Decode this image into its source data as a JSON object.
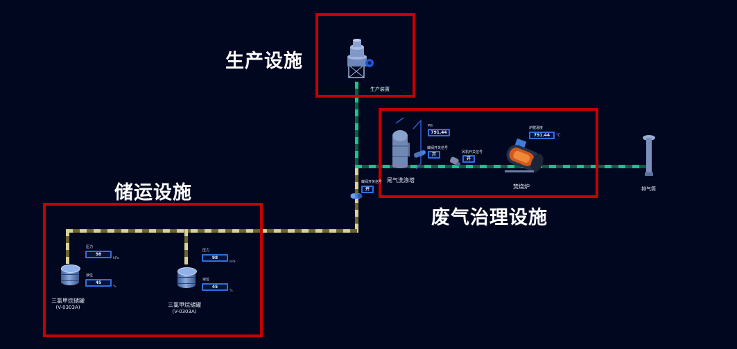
{
  "sections": {
    "production": "生产设施",
    "storage": "储运设施",
    "exhaust": "废气治理设施"
  },
  "production": {
    "device_label": "生产装置"
  },
  "valve_main": {
    "label": "蝶阀开关信号",
    "value": "开"
  },
  "exhaust": {
    "scrubber": {
      "name": "尾气洗涤塔",
      "ph_label": "PH",
      "ph_value": "791.44"
    },
    "valve1": {
      "label": "蝶阀开关信号",
      "value": "开"
    },
    "valve2": {
      "label": "风机开关信号",
      "value": "开"
    },
    "incinerator": {
      "name": "焚烧炉",
      "temp_label": "炉膛温度",
      "temp_value": "791.44",
      "temp_unit": "℃"
    },
    "stack": {
      "name": "排气筒"
    }
  },
  "storage": {
    "tanks": [
      {
        "name": "三氯甲烷储罐",
        "code": "(V-0303A)",
        "pressure_label": "压力",
        "pressure": "98",
        "pressure_unit": "kPa",
        "level_label": "液位",
        "level": "45",
        "level_unit": "%"
      },
      {
        "name": "三氯甲烷储罐",
        "code": "(V-0303A)",
        "pressure_label": "压力",
        "pressure": "98",
        "pressure_unit": "kPa",
        "level_label": "液位",
        "level": "45",
        "level_unit": "%"
      }
    ]
  },
  "colors": {
    "background": "#020720",
    "frame": "#c40000",
    "gas_pipe": "#17c48c",
    "liquid_pipe": "#d8d29a",
    "value_border": "#2f6fe0"
  }
}
